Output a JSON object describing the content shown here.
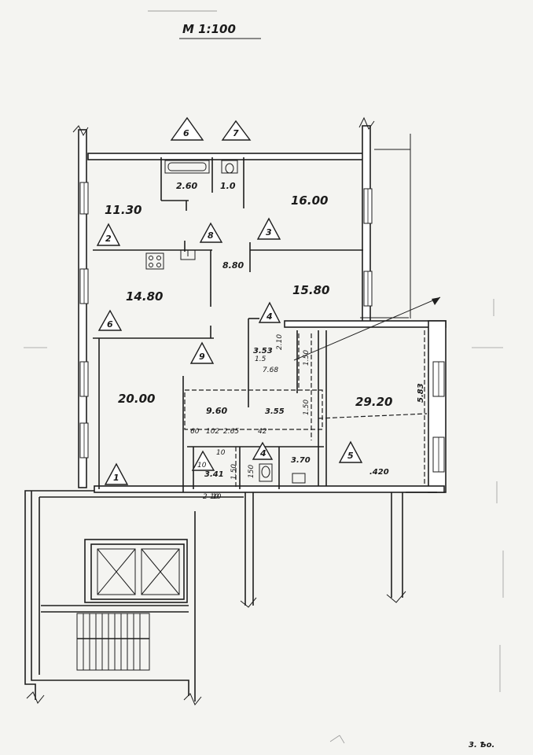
{
  "header": {
    "scale": "M 1:100"
  },
  "rooms": [
    {
      "id": "r1",
      "area": "11.30",
      "marker": "2"
    },
    {
      "id": "r2",
      "area": "16.00",
      "marker": "3"
    },
    {
      "id": "r3",
      "area": "14.80",
      "marker": "6"
    },
    {
      "id": "r4",
      "area": "15.80",
      "marker": "4"
    },
    {
      "id": "r5",
      "area": "20.00",
      "marker": "1"
    },
    {
      "id": "r6",
      "area": "29.20",
      "marker": "5"
    },
    {
      "id": "bath",
      "area": "2.60",
      "marker": "6"
    },
    {
      "id": "wc",
      "area": "1.0",
      "marker": "7"
    },
    {
      "id": "hall",
      "area": "8.80",
      "marker": "8"
    },
    {
      "id": "corr",
      "area": "9.60",
      "marker": "9"
    },
    {
      "id": "c1",
      "area": "3.53"
    },
    {
      "id": "c2",
      "area": "3.55"
    },
    {
      "id": "c3",
      "area": "3.70",
      "marker": "4"
    },
    {
      "id": "c4",
      "area": "3.41",
      "marker": "10"
    }
  ],
  "dimensions": {
    "d_210": "2.10",
    "d_768": "7.68",
    "d_150a": "1.50",
    "d_150b": "1.50",
    "d_583": "5.83",
    "d_420": ".420",
    "d_60": "60",
    "d_102": "102",
    "d_265": "2.65",
    "d_42": "42",
    "d_10a": "10",
    "d_10b": "10",
    "d_15": "1.5",
    "d_150c": "1.50",
    "d_150d": "150",
    "d_2_10": "2-10"
  },
  "footer": {
    "sheet_note": "3. Ѣо."
  }
}
